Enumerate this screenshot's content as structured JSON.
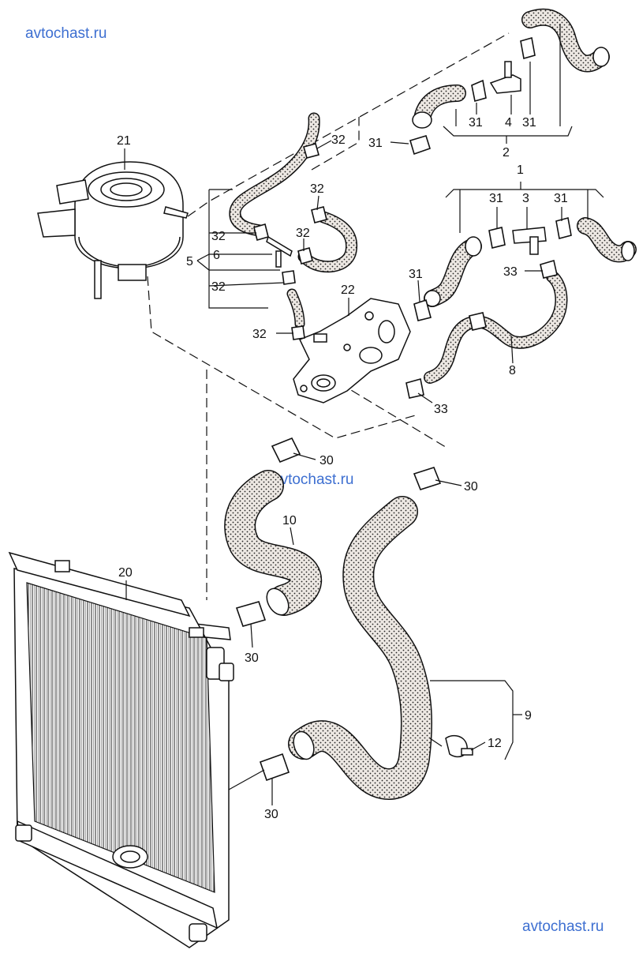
{
  "watermarks": {
    "top": "avtochast.ru",
    "middle": "avtochast.ru",
    "bottom": "avtochast.ru"
  },
  "callouts": {
    "p1": "1",
    "p2": "2",
    "p3": "3",
    "p4": "4",
    "p5": "5",
    "p6": "6",
    "p8": "8",
    "p9": "9",
    "p10": "10",
    "p12": "12",
    "p20": "20",
    "p21": "21",
    "p22": "22",
    "p30": "30",
    "p31": "31",
    "p32": "32",
    "p33": "33"
  },
  "colors": {
    "watermark": "#3d6fd1",
    "line": "#111111",
    "hose_fill": "#ede8e3",
    "background": "#ffffff"
  }
}
